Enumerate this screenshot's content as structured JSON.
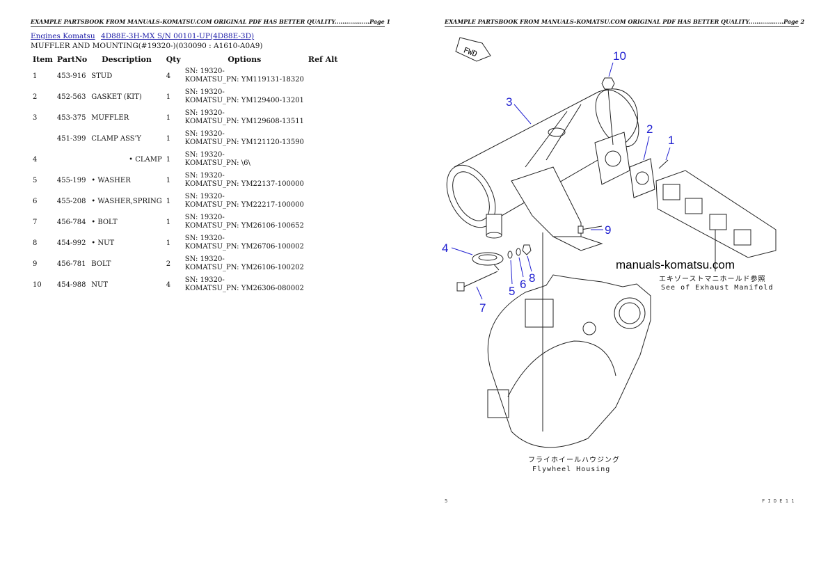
{
  "page_left": {
    "header": "EXAMPLE PARTSBOOK FROM MANUALS-KOMATSU.COM ORIGINAL PDF HAS BETTER QUALITY..................Page 1",
    "breadcrumb": {
      "link1": "Engines Komatsu",
      "link2": "4D88E-3H-MX S/N 00101-UP(4D88E-3D)"
    },
    "subtitle": "MUFFLER AND MOUNTING(#19320-)(030090 : A1610-A0A9)",
    "table": {
      "headers": [
        "Item",
        "PartNo",
        "Description",
        "Qty",
        "Options",
        "Ref Alt"
      ],
      "rows": [
        {
          "item": "1",
          "part": "453-916",
          "desc": "STUD",
          "qty": "4",
          "opt1": "SN: 19320-",
          "opt2": "KOMATSU_PN: YM119131-18320",
          "ref": ""
        },
        {
          "item": "2",
          "part": "452-563",
          "desc": "GASKET (KIT)",
          "qty": "1",
          "opt1": "SN: 19320-",
          "opt2": "KOMATSU_PN: YM129400-13201",
          "ref": ""
        },
        {
          "item": "3",
          "part": "453-375",
          "desc": "MUFFLER",
          "qty": "1",
          "opt1": "SN: 19320-",
          "opt2": "KOMATSU_PN: YM129608-13511",
          "ref": ""
        },
        {
          "item": "",
          "part": "451-399",
          "desc": "CLAMP ASS'Y",
          "qty": "1",
          "opt1": "SN: 19320-",
          "opt2": "KOMATSU_PN: YM121120-13590",
          "ref": ""
        },
        {
          "item": "4",
          "part": "",
          "desc": "• CLAMP",
          "qty": "1",
          "opt1": "SN: 19320-",
          "opt2": "KOMATSU_PN: \\6\\",
          "ref": ""
        },
        {
          "item": "5",
          "part": "455-199",
          "desc": "• WASHER",
          "qty": "1",
          "opt1": "SN: 19320-",
          "opt2": "KOMATSU_PN: YM22137-100000",
          "ref": ""
        },
        {
          "item": "6",
          "part": "455-208",
          "desc": "• WASHER,SPRING",
          "qty": "1",
          "opt1": "SN: 19320-",
          "opt2": "KOMATSU_PN: YM22217-100000",
          "ref": ""
        },
        {
          "item": "7",
          "part": "456-784",
          "desc": "• BOLT",
          "qty": "1",
          "opt1": "SN: 19320-",
          "opt2": "KOMATSU_PN: YM26106-100652",
          "ref": ""
        },
        {
          "item": "8",
          "part": "454-992",
          "desc": "• NUT",
          "qty": "1",
          "opt1": "SN: 19320-",
          "opt2": "KOMATSU_PN: YM26706-100002",
          "ref": ""
        },
        {
          "item": "9",
          "part": "456-781",
          "desc": "BOLT",
          "qty": "2",
          "opt1": "SN: 19320-",
          "opt2": "KOMATSU_PN: YM26106-100202",
          "ref": ""
        },
        {
          "item": "10",
          "part": "454-988",
          "desc": "NUT",
          "qty": "4",
          "opt1": "SN: 19320-",
          "opt2": "KOMATSU_PN: YM26306-080002",
          "ref": ""
        }
      ]
    }
  },
  "page_right": {
    "header": "EXAMPLE PARTSBOOK FROM MANUALS-KOMATSU.COM ORIGINAL PDF HAS BETTER QUALITY..................Page 2",
    "diagram": {
      "fwd_label": "FWD",
      "callouts": [
        "1",
        "2",
        "3",
        "4",
        "5",
        "6",
        "7",
        "8",
        "9",
        "10"
      ],
      "watermark": "manuals-komatsu.com",
      "exhaust_caption_jp": "エキゾーストマニホールド参照",
      "exhaust_caption_en": "See of Exhaust Manifold",
      "flywheel_caption_jp": "フライホイールハウジング",
      "flywheel_caption_en": "Flywheel Housing"
    },
    "footer_left": "5",
    "footer_right": "F I D E 1 1"
  },
  "colors": {
    "link": "#1a1aa6",
    "callout": "#1f1fd0"
  }
}
